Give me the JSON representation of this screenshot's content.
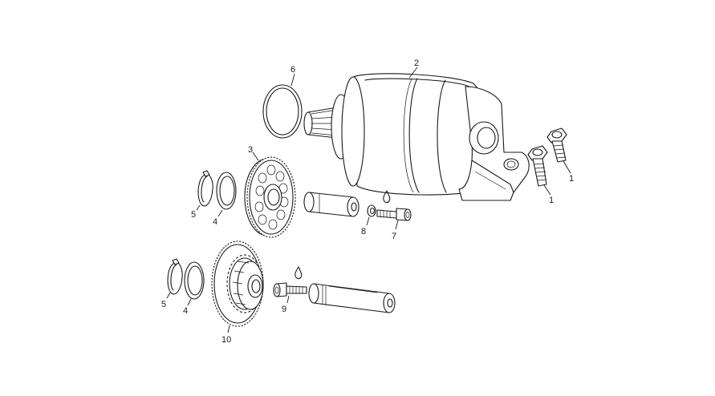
{
  "callouts": {
    "starter_motor": "2",
    "screw_a": "1",
    "screw_b": "1",
    "o_ring": "6",
    "gear_upper": "3",
    "circlip_upper": "5",
    "washer_upper": "4",
    "shaft_upper_washer": "8",
    "screw_upper": "7",
    "circlip_lower": "5",
    "washer_lower": "4",
    "gear_lower": "10",
    "screw_lower": "9"
  },
  "icons": {
    "oil_drop_upper": "oil-drop-icon",
    "oil_drop_lower": "oil-drop-icon"
  },
  "colors": {
    "line": "#1a1a1a",
    "background": "#ffffff"
  }
}
